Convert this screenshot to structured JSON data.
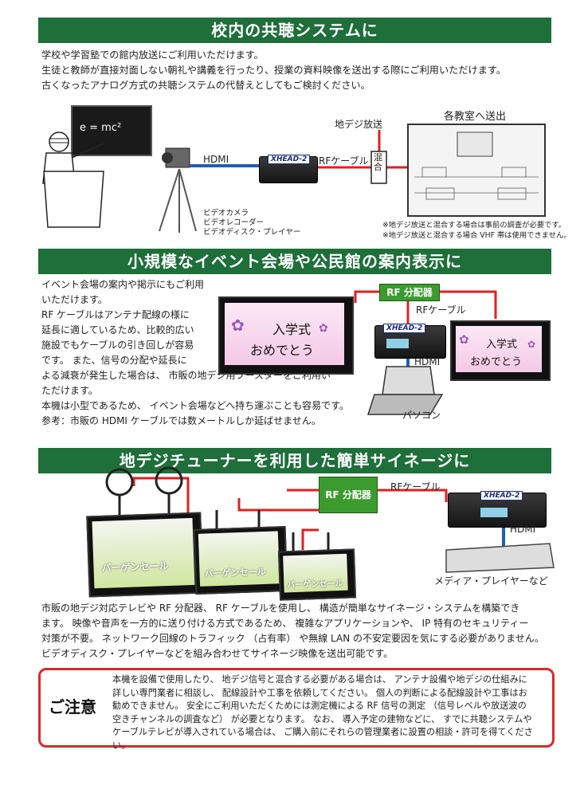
{
  "section1": {
    "title": "校内の共聴システムに",
    "lines": [
      "学校や学習塾での館内放送にご利用いただけます。",
      "生徒と教師が直接対面しない朝礼や講義を行ったり、授業の資料映像を送出する際にご利用いただけます。",
      "古くなったアナログ方式の共聴システムの代替えとしてもご検討ください。"
    ],
    "blackboard_text": "e = mc²",
    "label_hdmi": "HDMI",
    "label_rf": "RFケーブル",
    "label_digital": "地デジ放送",
    "label_mix": "混合",
    "label_classroom": "各教室へ送出",
    "device_tag": "XHEAD-2",
    "camera_labels": [
      "ビデオカメラ",
      "ビデオレコーダー",
      "ビデオディスク・プレイヤー"
    ],
    "notes": [
      "※地デジ放送と混合する場合は事前の調査が必要です。",
      "※地デジ放送と混合する場合 VHF 帯は使用できません。"
    ]
  },
  "section2": {
    "title": "小規模なイベント会場や公民館の案内表示に",
    "lines": [
      "イベント会場の案内や掲示にもご利用",
      "いただけます。",
      "RF ケーブルはアンテナ配線の様に",
      "延長に適しているため、比較的広い",
      "施設でもケーブルの引き回しが容易",
      "です。 また、信号の分配や延長に",
      "よる減衰が発生した場合は、 市販の地デジ用ブースターをご利用い",
      "ただけます。",
      "本機は小型であるため、 イベント会場などへ持ち運ぶことも容易です。",
      "参考：市販の HDMI ケーブルでは数メートルしか延ばせません。"
    ],
    "splitter": "RF 分配器",
    "label_rf": "RFケーブル",
    "label_hdmi": "HDMI",
    "label_pc": "パソコン",
    "screen_line1": "入学式",
    "screen_line2": "おめでとう",
    "device_tag": "XHEAD-2"
  },
  "section3": {
    "title": "地デジチューナーを利用した簡単サイネージに",
    "splitter": "RF 分配器",
    "label_rf": "RFケーブル",
    "label_hdmi": "HDMI",
    "label_media": "メディア・プレイヤーなど",
    "sale_text": "バーゲンセール",
    "device_tag": "XHEAD-2",
    "lines": [
      "市販の地デジ対応テレビや RF 分配器、 RF ケーブルを使用し、 構造が簡単なサイネージ・システムを構築でき",
      "ます。 映像や音声を一方的に送り付ける方式であるため、 複雑なアプリケーションや、 IP 特有のセキュリティー",
      "対策が不要。 ネットワーク回線のトラフィック （占有率） や無線 LAN の不安定要因を気にする必要がありません。",
      "ビデオディスク・プレイヤーなどを組み合わせてサイネージ映像を送出可能です。"
    ]
  },
  "caution": {
    "title": "ご注意",
    "lines": [
      "本機を設備で使用したり、 地デジ信号と混合する必要がある場合は、 アンテナ設備や地デジの仕組みに",
      "詳しい専門業者に相談し、 配線設計や工事を依頼してください。 個人の判断による配線設計や工事はお",
      "勧めできません。 安全にご利用いただくためには測定機による RF 信号の測定 （信号レベルや放送波の",
      "空きチャンネルの調査など） が必要となります。 なお、 導入予定の建物などに、 すでに共聴システムや",
      "ケーブルテレビが導入されている場合は、 ご購入前にそれらの管理業者に設置の相談・許可を得てください。"
    ]
  },
  "colors": {
    "banner": "#1e6f3a",
    "cable": "#e02020",
    "hdmi": "#1d5fb8",
    "splitter": "#3c9b2f",
    "caution_border": "#d92a2a"
  }
}
